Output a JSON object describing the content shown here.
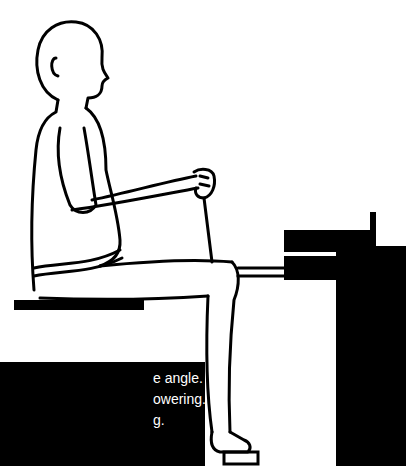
{
  "diagram": {
    "nodes": [
      {
        "text": [
          "e angle.",
          "owering.",
          "g."
        ]
      }
    ]
  }
}
